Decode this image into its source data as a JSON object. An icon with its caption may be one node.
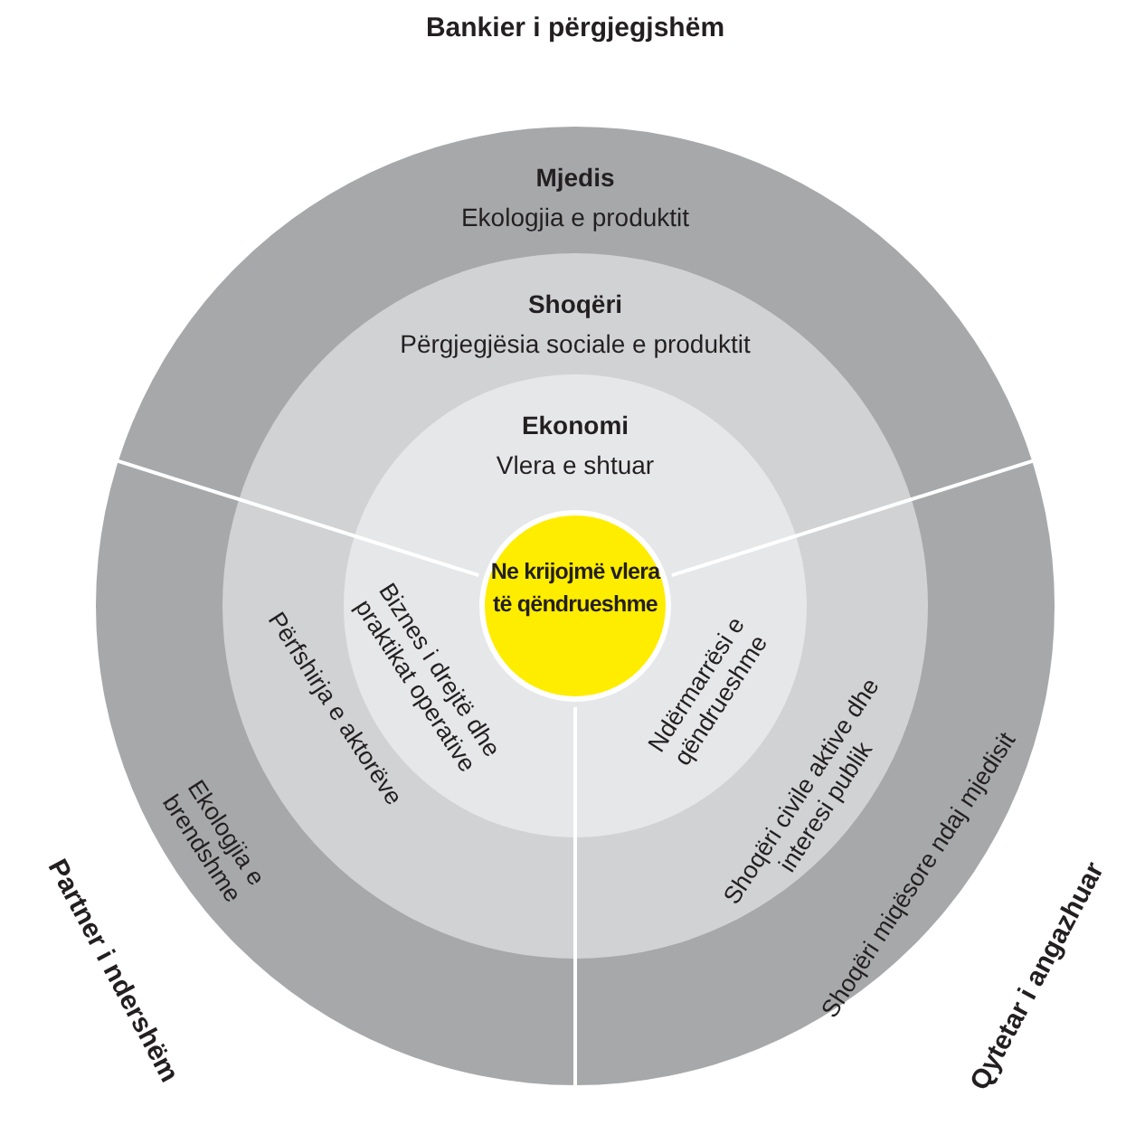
{
  "diagram": {
    "nodes": [
      {
        "text": [
          "Mjedis",
          "Ekologjia e produktit"
        ]
      },
      {
        "text": [
          "Shoqëri",
          "Përgjegjësia sociale e produktit"
        ],
        "in": 0
      },
      {
        "text": [
          "Ekonomi",
          "Vlera e shtuar"
        ],
        "in": 1
      },
      {
        "text": [
          "Ne krijojmë vlera të qëndrueshme"
        ],
        "in": 2
      }
    ],
    "edges": [],
    "labels": [
      "Bankier i përgjegjshëm",
      "Biznes i drejtë dhe praktikat operative",
      "Përfshirja e aktorëve",
      "Ekologjia e brendshme",
      "Partner i ndershëm",
      "Ndërmarrësi e qëndrueshme",
      "Shoqëri civile aktive dhe interesi publik",
      "Shoqëri miqësore ndaj mjedisit",
      "Qytetar i angazhuar"
    ]
  }
}
